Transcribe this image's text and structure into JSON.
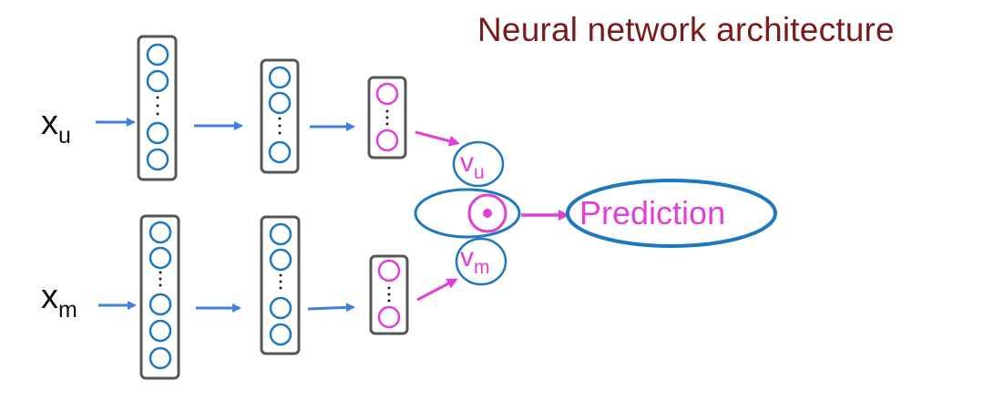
{
  "title": "Neural network architecture",
  "inputs": {
    "user": {
      "base": "x",
      "sub": "u"
    },
    "movie": {
      "base": "x",
      "sub": "m"
    }
  },
  "vectors": {
    "user": {
      "base": "v",
      "sub": "u"
    },
    "movie": {
      "base": "v",
      "sub": "m"
    }
  },
  "output": {
    "label": "Prediction"
  },
  "colors": {
    "title": "#7a1a1a",
    "neuron": "#1e78c0",
    "arrow": "#3f7fe0",
    "embedding": "#e23fd6",
    "layer_box": "#555555"
  }
}
